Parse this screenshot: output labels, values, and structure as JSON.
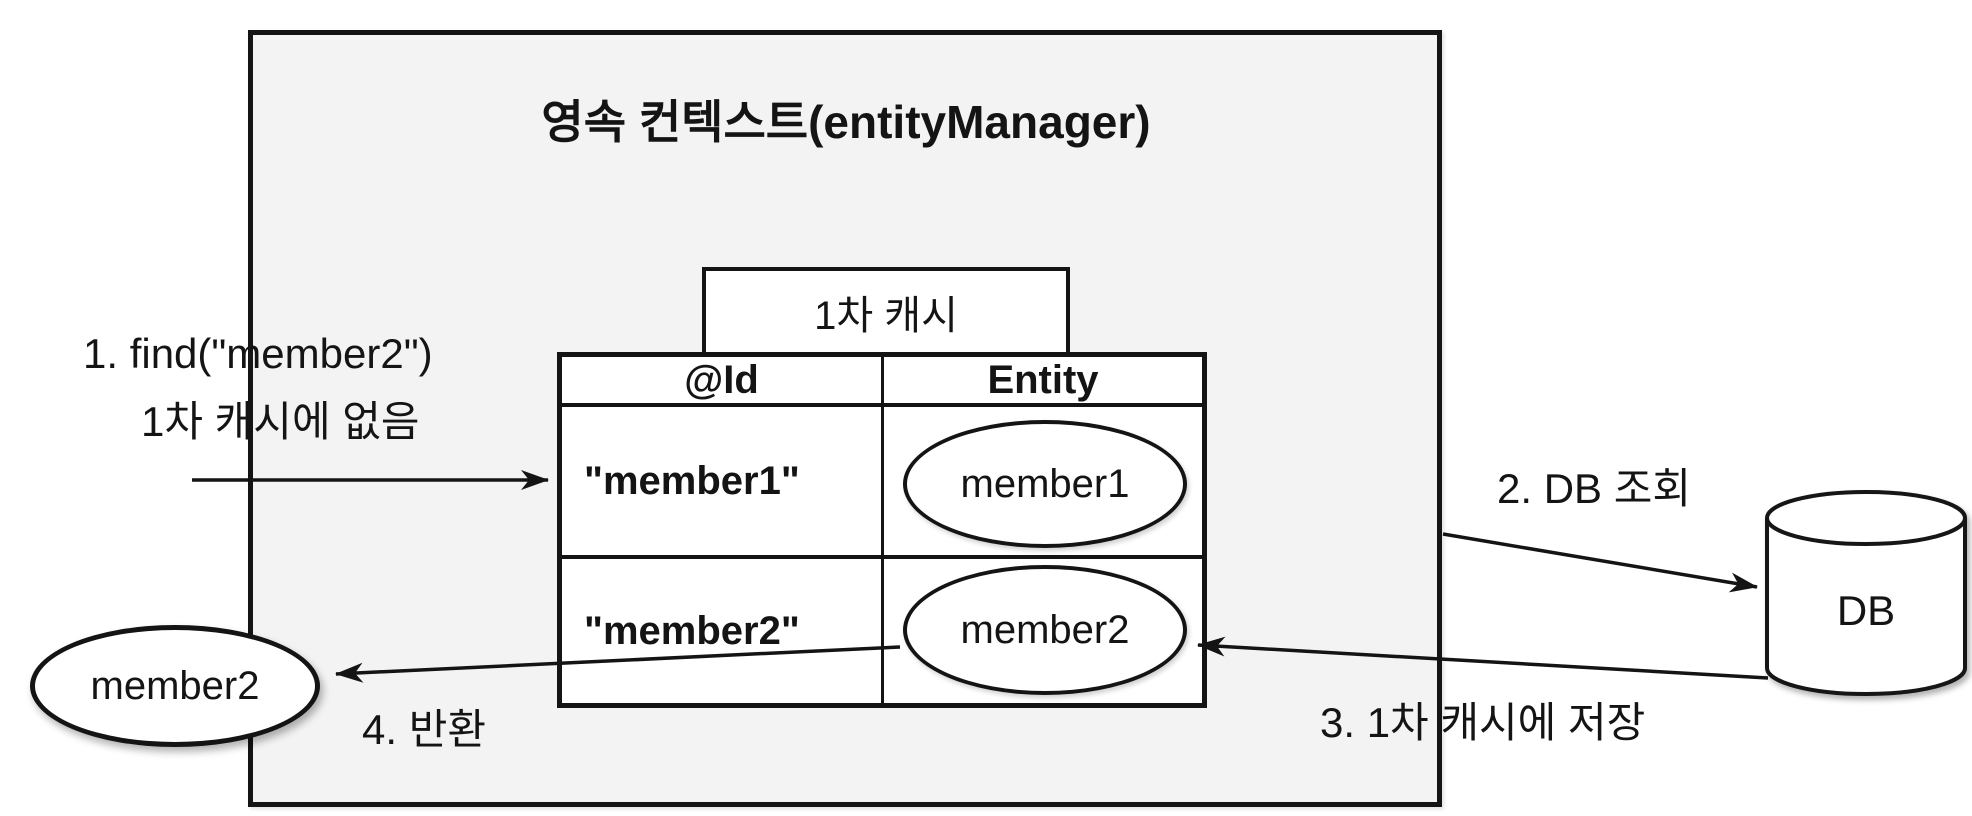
{
  "diagram": {
    "container_title": "영속 컨텍스트(entityManager)",
    "cache_box_label": "1차 캐시",
    "table": {
      "headers": [
        "@Id",
        "Entity"
      ],
      "rows": [
        {
          "id": "\"member1\"",
          "entity": "member1"
        },
        {
          "id": "\"member2\"",
          "entity": "member2"
        }
      ]
    },
    "result_entity_label": "member2",
    "db_label": "DB",
    "steps": {
      "step1_line1": "1. find(\"member2\")",
      "step1_line2": "1차 캐시에 없음",
      "step2": "2. DB 조회",
      "step3": "3. 1차 캐시에 저장",
      "step4": "4. 반환"
    },
    "colors": {
      "page_bg": "#ffffff",
      "container_fill": "#f3f3f3",
      "shape_fill": "#ffffff",
      "line": "#141414"
    }
  }
}
